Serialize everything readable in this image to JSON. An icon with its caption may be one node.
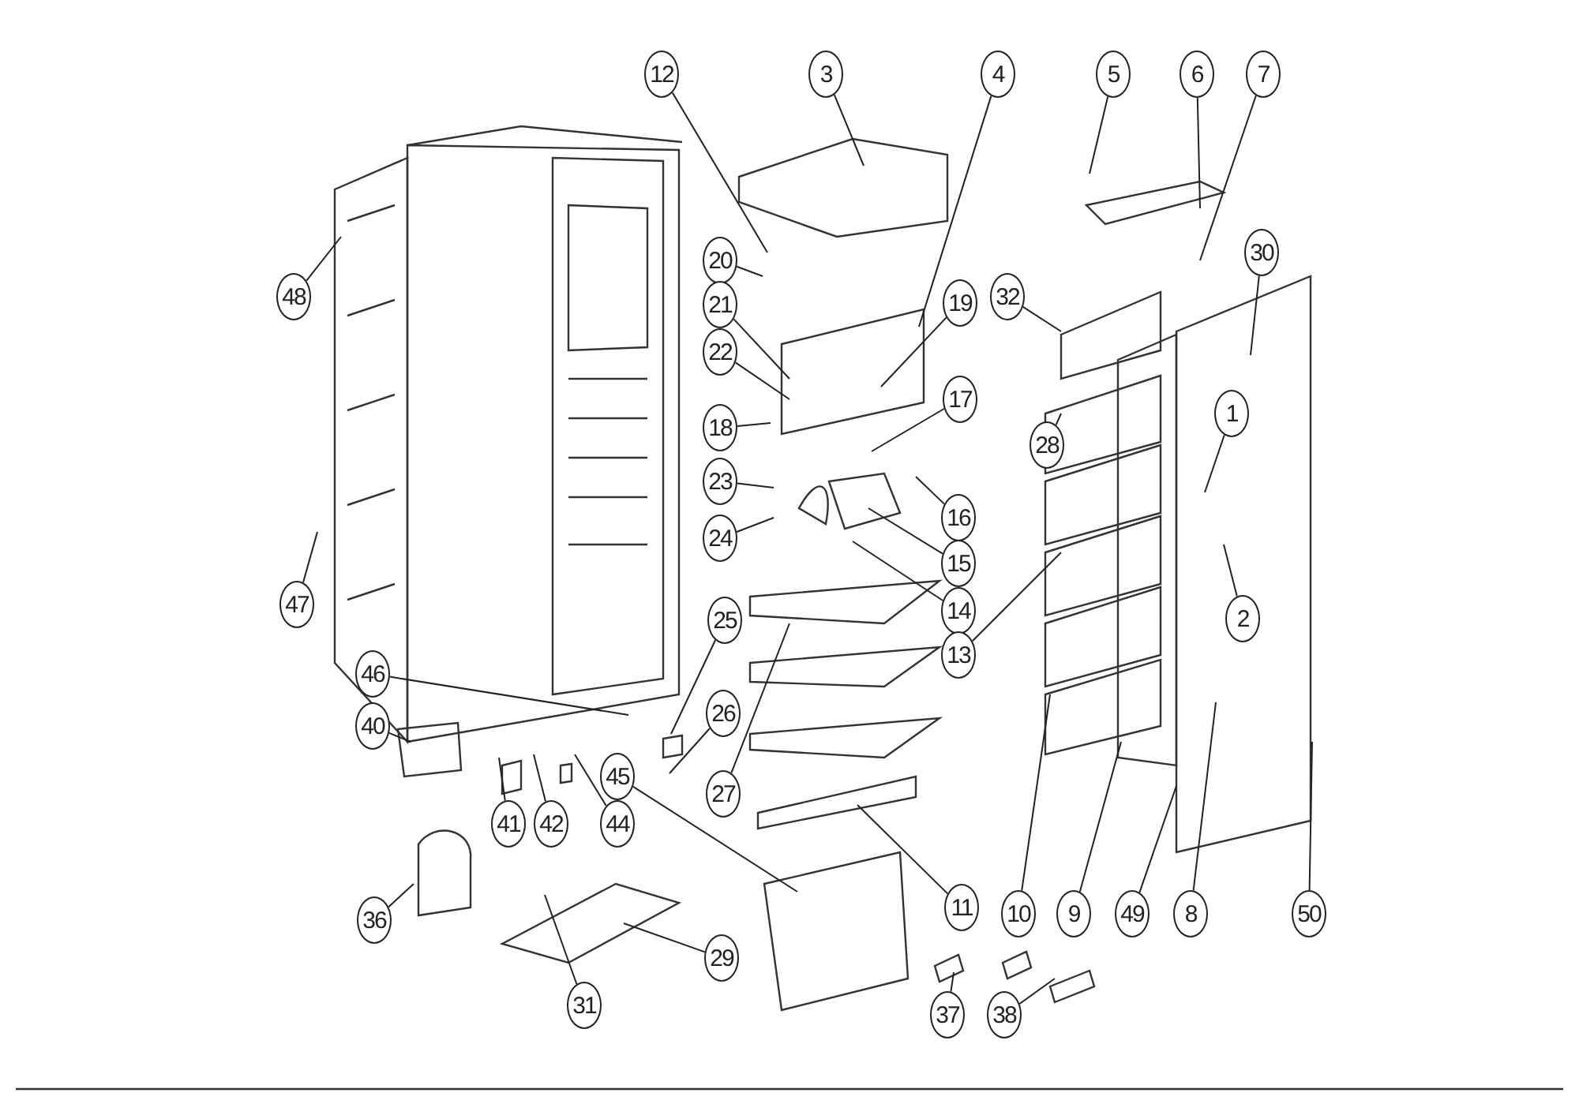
{
  "diagram": {
    "nodes": [
      {
        "text": [
          "12"
        ]
      },
      {
        "text": [
          "3"
        ]
      },
      {
        "text": [
          "4"
        ]
      },
      {
        "text": [
          "5"
        ]
      },
      {
        "text": [
          "6"
        ]
      },
      {
        "text": [
          "7"
        ]
      },
      {
        "text": [
          "30"
        ]
      },
      {
        "text": [
          "48"
        ]
      },
      {
        "text": [
          "20"
        ]
      },
      {
        "text": [
          "21"
        ]
      },
      {
        "text": [
          "19"
        ]
      },
      {
        "text": [
          "32"
        ]
      },
      {
        "text": [
          "22"
        ]
      },
      {
        "text": [
          "17"
        ]
      },
      {
        "text": [
          "28"
        ]
      },
      {
        "text": [
          "1"
        ]
      },
      {
        "text": [
          "18"
        ]
      },
      {
        "text": [
          "23"
        ]
      },
      {
        "text": [
          "16"
        ]
      },
      {
        "text": [
          "24"
        ]
      },
      {
        "text": [
          "15"
        ]
      },
      {
        "text": [
          "47"
        ]
      },
      {
        "text": [
          "14"
        ]
      },
      {
        "text": [
          "2"
        ]
      },
      {
        "text": [
          "13"
        ]
      },
      {
        "text": [
          "25"
        ]
      },
      {
        "text": [
          "46"
        ]
      },
      {
        "text": [
          "26"
        ]
      },
      {
        "text": [
          "40"
        ]
      },
      {
        "text": [
          "45"
        ]
      },
      {
        "text": [
          "27"
        ]
      },
      {
        "text": [
          "41"
        ]
      },
      {
        "text": [
          "42"
        ]
      },
      {
        "text": [
          "44"
        ]
      },
      {
        "text": [
          "11"
        ]
      },
      {
        "text": [
          "10"
        ]
      },
      {
        "text": [
          "9"
        ]
      },
      {
        "text": [
          "49"
        ]
      },
      {
        "text": [
          "8"
        ]
      },
      {
        "text": [
          "50"
        ]
      },
      {
        "text": [
          "36"
        ]
      },
      {
        "text": [
          "29"
        ]
      },
      {
        "text": [
          "31"
        ]
      },
      {
        "text": [
          "37"
        ]
      },
      {
        "text": [
          "38"
        ]
      }
    ],
    "edges": [
      {
        "from": 0,
        "to": null,
        "arrow": "none"
      },
      {
        "from": 1,
        "to": null,
        "arrow": "none"
      },
      {
        "from": 2,
        "to": null,
        "arrow": "none"
      },
      {
        "from": 3,
        "to": null,
        "arrow": "none"
      },
      {
        "from": 4,
        "to": null,
        "arrow": "none"
      },
      {
        "from": 5,
        "to": null,
        "arrow": "none"
      },
      {
        "from": 6,
        "to": null,
        "arrow": "none"
      },
      {
        "from": 7,
        "to": null,
        "arrow": "none"
      },
      {
        "from": 8,
        "to": null,
        "arrow": "none"
      },
      {
        "from": 9,
        "to": null,
        "arrow": "none"
      },
      {
        "from": 10,
        "to": null,
        "arrow": "none"
      },
      {
        "from": 11,
        "to": null,
        "arrow": "none"
      },
      {
        "from": 12,
        "to": null,
        "arrow": "none"
      },
      {
        "from": 13,
        "to": null,
        "arrow": "none"
      },
      {
        "from": 14,
        "to": null,
        "arrow": "none"
      },
      {
        "from": 15,
        "to": null,
        "arrow": "none"
      },
      {
        "from": 16,
        "to": null,
        "arrow": "none"
      },
      {
        "from": 17,
        "to": null,
        "arrow": "none"
      },
      {
        "from": 18,
        "to": null,
        "arrow": "none"
      },
      {
        "from": 19,
        "to": null,
        "arrow": "none"
      },
      {
        "from": 20,
        "to": null,
        "arrow": "none"
      },
      {
        "from": 21,
        "to": null,
        "arrow": "none"
      },
      {
        "from": 22,
        "to": null,
        "arrow": "none"
      },
      {
        "from": 23,
        "to": null,
        "arrow": "none"
      },
      {
        "from": 24,
        "to": null,
        "arrow": "none"
      },
      {
        "from": 25,
        "to": null,
        "arrow": "none"
      },
      {
        "from": 26,
        "to": null,
        "arrow": "none"
      },
      {
        "from": 27,
        "to": null,
        "arrow": "none"
      },
      {
        "from": 28,
        "to": null,
        "arrow": "none"
      },
      {
        "from": 29,
        "to": null,
        "arrow": "none"
      },
      {
        "from": 30,
        "to": null,
        "arrow": "none"
      },
      {
        "from": 31,
        "to": null,
        "arrow": "none"
      },
      {
        "from": 32,
        "to": null,
        "arrow": "none"
      },
      {
        "from": 33,
        "to": null,
        "arrow": "none"
      },
      {
        "from": 34,
        "to": null,
        "arrow": "none"
      },
      {
        "from": 35,
        "to": null,
        "arrow": "none"
      },
      {
        "from": 36,
        "to": null,
        "arrow": "none"
      },
      {
        "from": 37,
        "to": null,
        "arrow": "none"
      },
      {
        "from": 38,
        "to": null,
        "arrow": "none"
      },
      {
        "from": 39,
        "to": null,
        "arrow": "none"
      },
      {
        "from": 40,
        "to": null,
        "arrow": "none"
      },
      {
        "from": 41,
        "to": null,
        "arrow": "none"
      },
      {
        "from": 42,
        "to": null,
        "arrow": "none"
      },
      {
        "from": 43,
        "to": null,
        "arrow": "none"
      },
      {
        "from": 44,
        "to": null,
        "arrow": "none"
      }
    ]
  }
}
